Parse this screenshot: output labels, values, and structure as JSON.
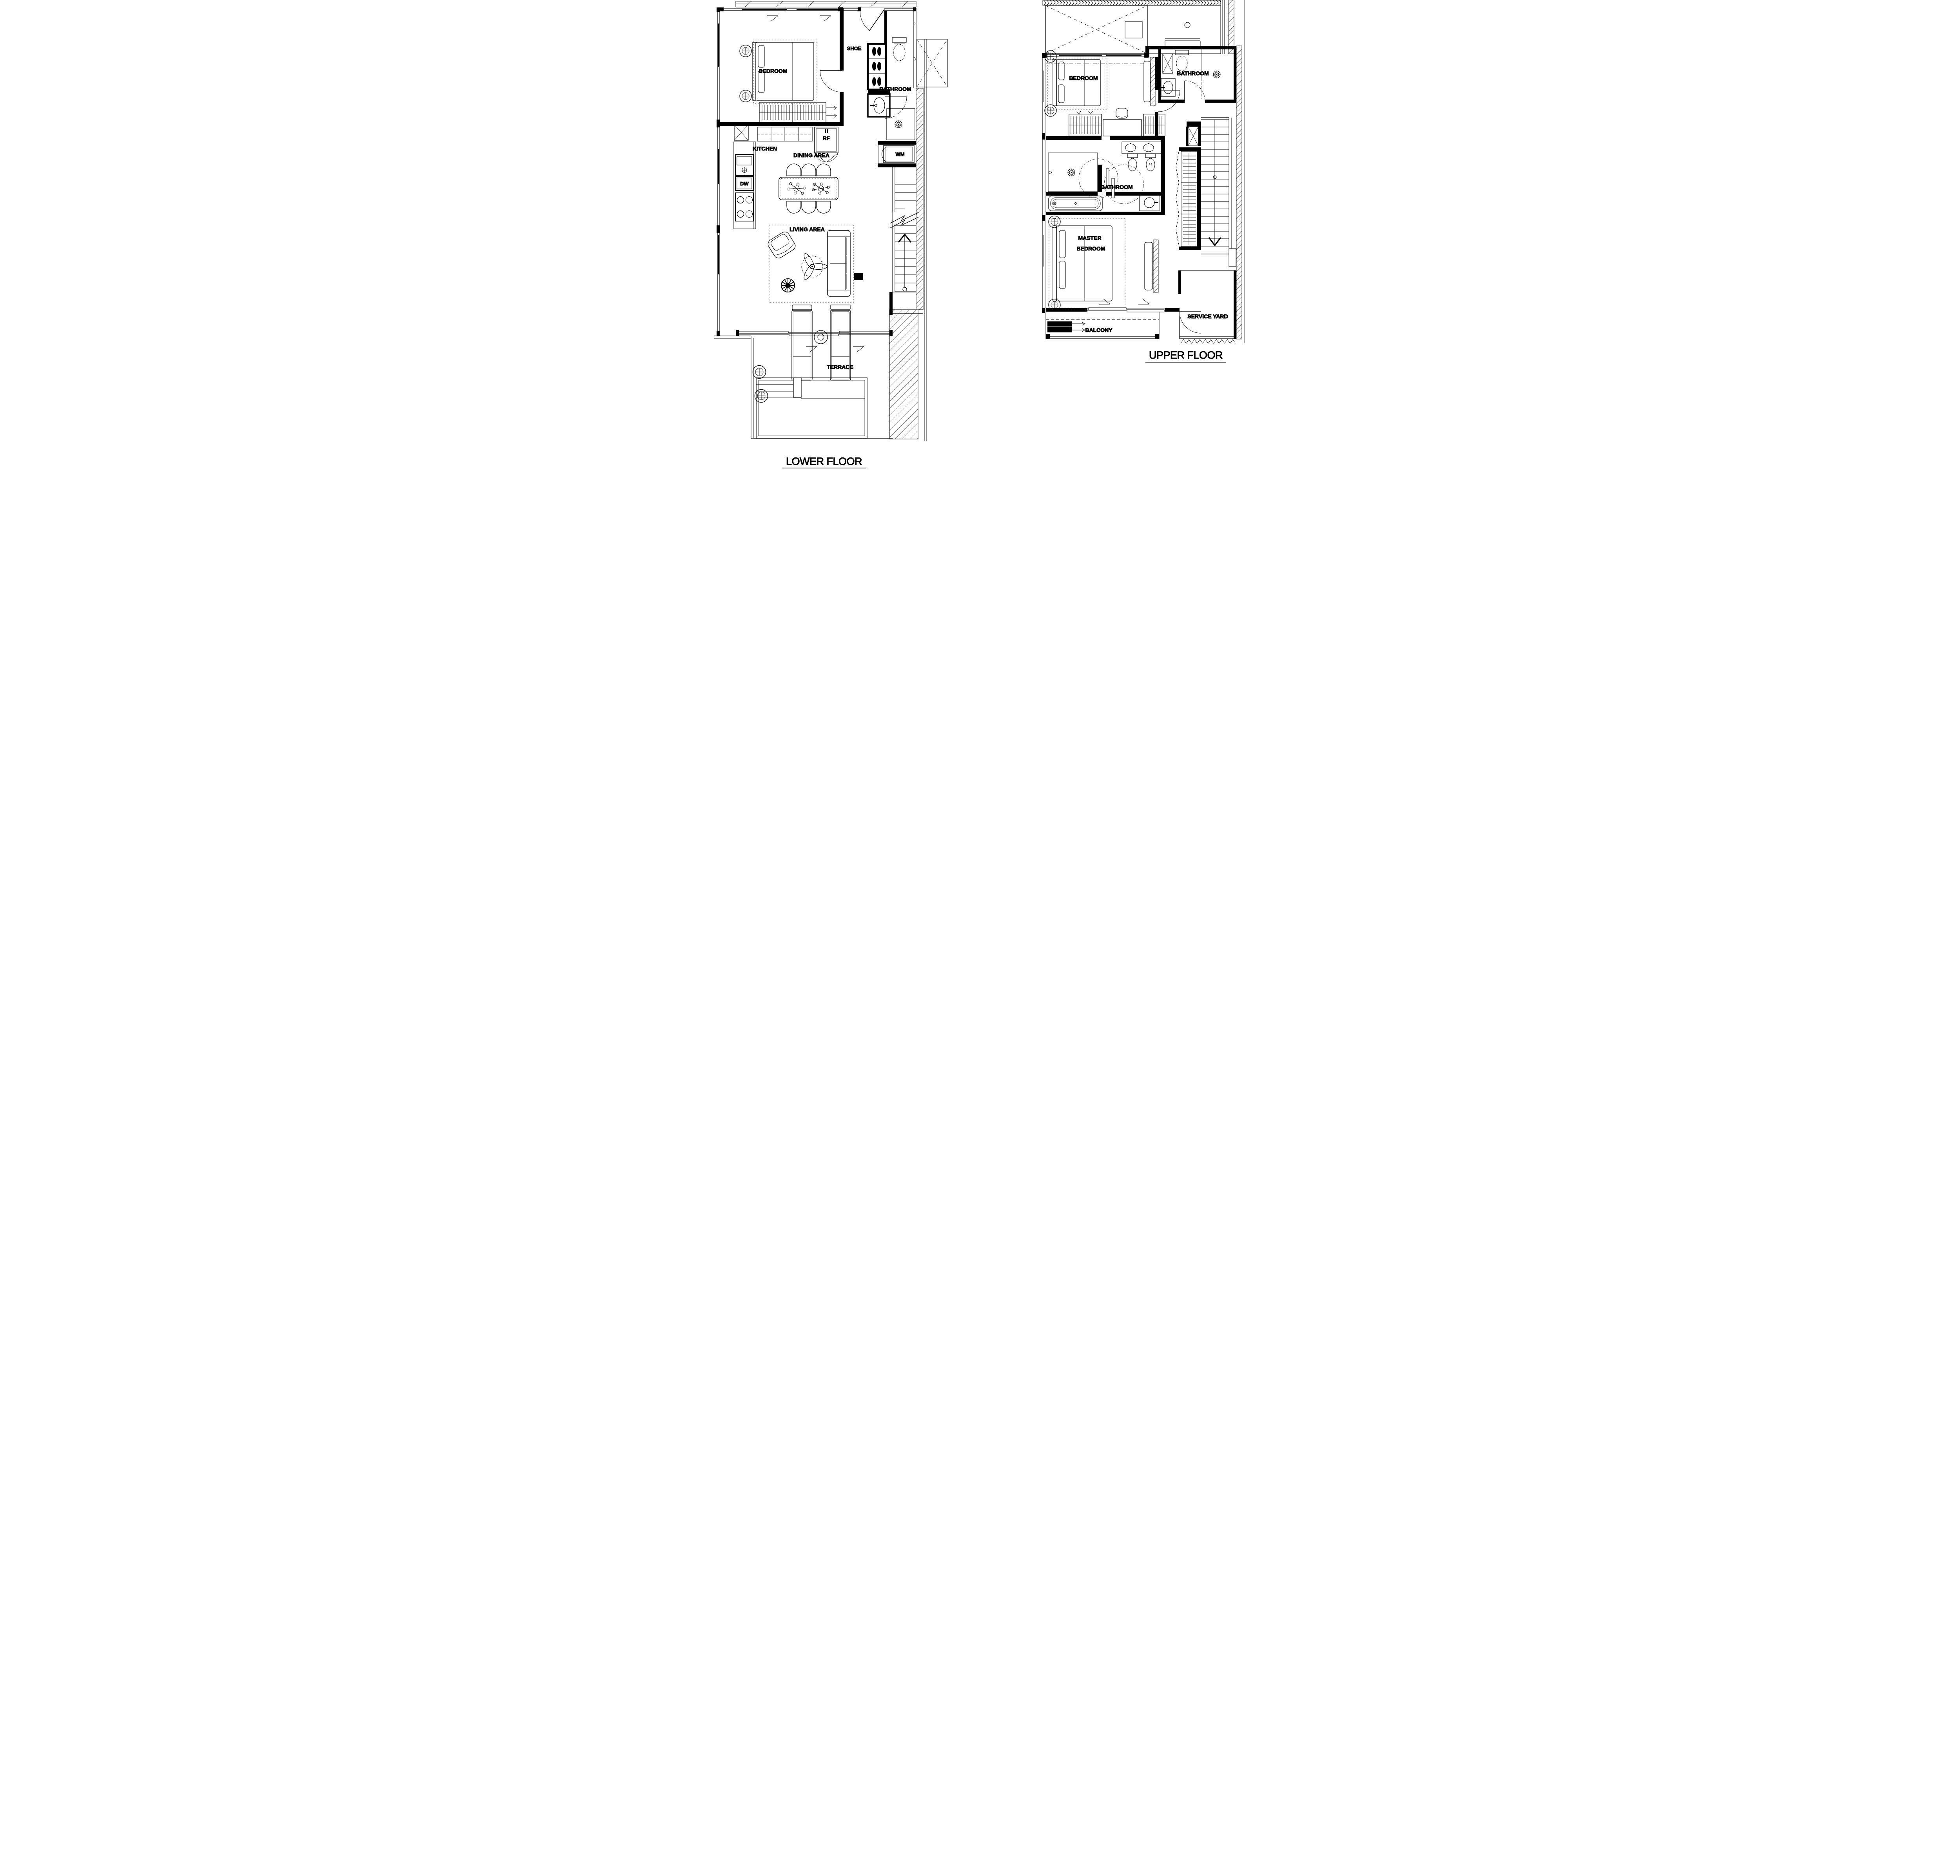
{
  "sheet": {
    "background": "#ffffff",
    "ink": "#000000"
  },
  "plans": {
    "lower": {
      "title": "LOWER FLOOR",
      "labels": {
        "bedroom": "BEDROOM",
        "shoe": "SHOE",
        "bathroom": "BATHROOM",
        "kitchen": "KITCHEN",
        "dining": "DINING AREA",
        "rf": "RF",
        "dw": "DW",
        "wm": "WM",
        "living": "LIVING AREA",
        "terrace": "TERRACE"
      }
    },
    "upper": {
      "title": "UPPER FLOOR",
      "labels": {
        "bedroom": "BEDROOM",
        "bathroom_top": "BATHROOM",
        "bathroom_mid": "BATHROOM",
        "master_line1": "MASTER",
        "master_line2": "BEDROOM",
        "balcony": "BALCONY",
        "service_yard": "SERVICE YARD"
      }
    }
  }
}
